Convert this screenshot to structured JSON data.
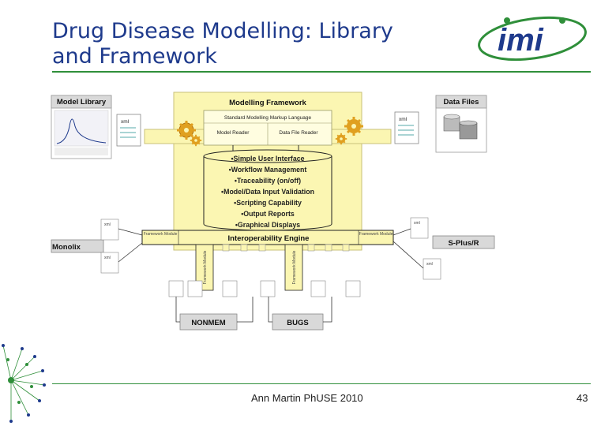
{
  "slide": {
    "title_line1": "Drug Disease Modelling: Library",
    "title_line2": "and Framework",
    "footer_center": "Ann Martin PhUSE 2010",
    "page_number": "43",
    "logo_text": "imi"
  },
  "diagram": {
    "model_library": "Model Library",
    "modelling_framework": "Modelling Framework",
    "data_files": "Data Files",
    "markup_language": "Standard Modelling Markup Language",
    "model_reader": "Model Reader",
    "data_file_reader": "Data File Reader",
    "features": [
      "•Simple User Interface",
      "•Workflow Management",
      "•Traceability (on/off)",
      "•Model/Data Input Validation",
      "•Scripting Capability",
      "•Output Reports",
      "•Graphical Displays"
    ],
    "interoperability_engine": "Interoperability Engine",
    "framework_module": "Framework Module",
    "monolix": "Monolix",
    "splus_r": "S-Plus/R",
    "nonmem": "NONMEM",
    "bugs": "BUGS",
    "xml": "xml"
  },
  "colors": {
    "title_blue": "#1e3a8c",
    "rule_green": "#2f8f3a",
    "framework_yellow": "#fbf6b2",
    "component_grey": "#d9d9d9"
  }
}
